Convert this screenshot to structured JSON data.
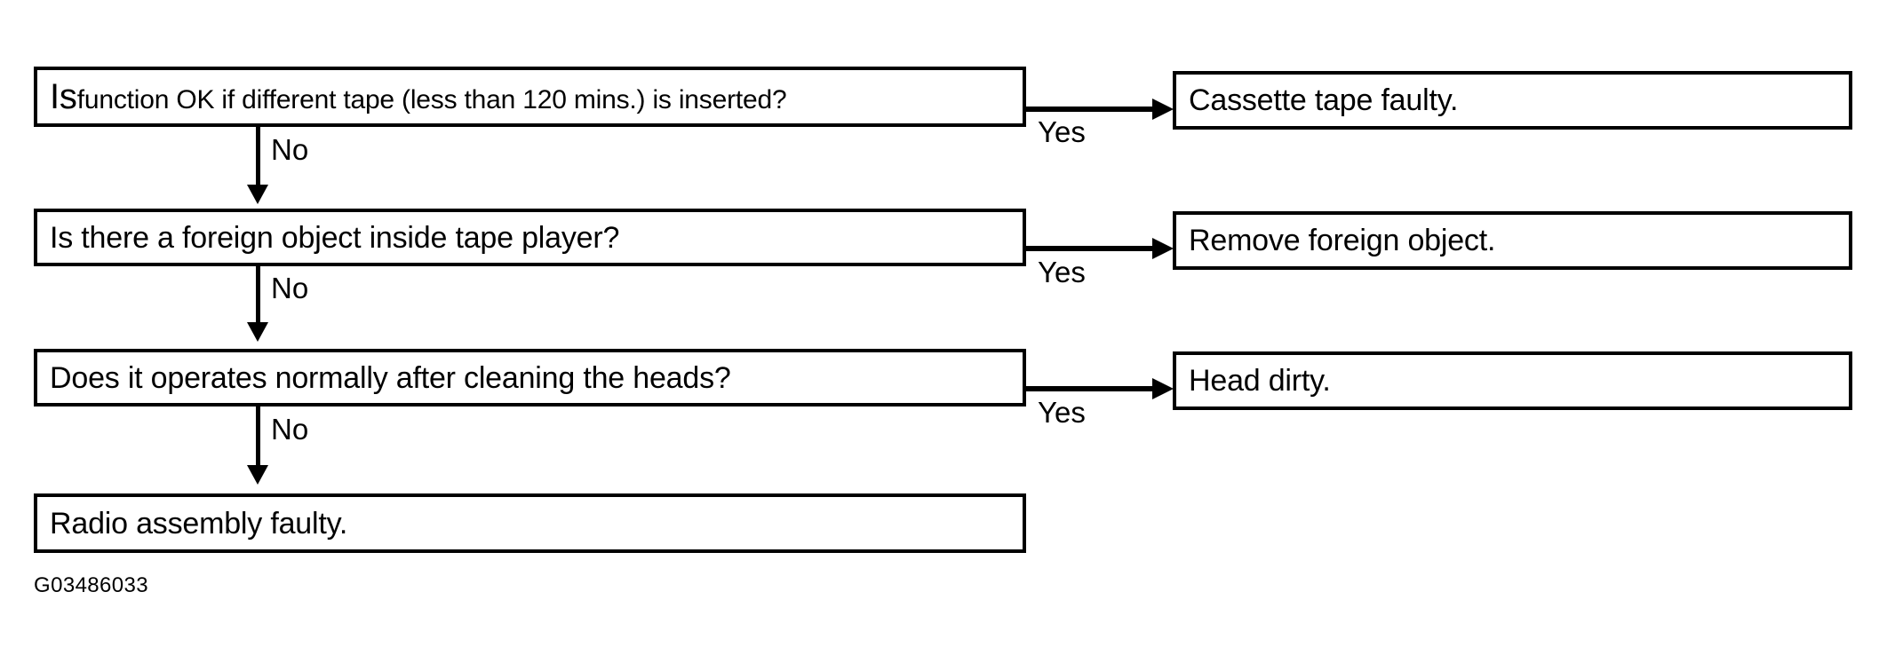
{
  "figure": {
    "caption": "G03486033",
    "type": "troubleshooting-flowchart",
    "ink_color": "#000000",
    "background_color": "#ffffff"
  },
  "questions": [
    {
      "id": "q1",
      "lead": "Is",
      "rest": "function OK if different tape (less than 120 mins.) is inserted?",
      "full_text": "Is function OK if different tape (less than 120 mins.) is inserted?"
    },
    {
      "id": "q2",
      "full_text": "Is there a foreign object inside tape player?"
    },
    {
      "id": "q3",
      "full_text": "Does it operates normally after cleaning the heads?"
    }
  ],
  "outcomes": [
    {
      "id": "o1",
      "full_text": "Cassette tape faulty."
    },
    {
      "id": "o2",
      "full_text": "Remove foreign object."
    },
    {
      "id": "o3",
      "full_text": "Head dirty."
    }
  ],
  "final": {
    "id": "f1",
    "full_text": "Radio assembly faulty."
  },
  "edges": {
    "yes_labels": [
      "Yes",
      "Yes",
      "Yes"
    ],
    "no_labels": [
      "No",
      "No",
      "No"
    ]
  }
}
